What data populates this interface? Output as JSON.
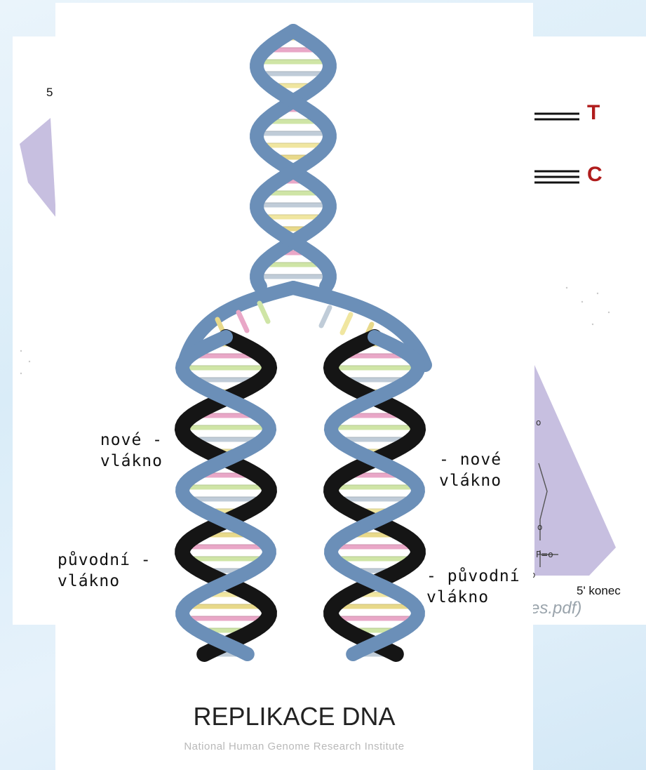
{
  "background_slide": {
    "five_prime_label": "5",
    "base_t": "T",
    "base_c": "C",
    "five_prime_end": "5' konec",
    "source_fragment": "es.pdf)",
    "colors": {
      "base_letter": "#b01c1c",
      "panel": "#c7bfe0"
    }
  },
  "figure": {
    "labels": {
      "new_left": "nové -\nvlákno",
      "new_right": "- nové\nvlákno",
      "orig_left": "původní -\nvlákno",
      "orig_right": "- původní\nvlákno"
    },
    "caption": "REPLIKACE DNA",
    "credit": "National Human Genome Research Institute",
    "colors": {
      "original_strand": "#6b8fb8",
      "new_strand": "#151515",
      "base_pairs": [
        "#e8d98a",
        "#e9a7c7",
        "#cfe5a6",
        "#c0ccd8",
        "#f0e6a0"
      ]
    }
  }
}
